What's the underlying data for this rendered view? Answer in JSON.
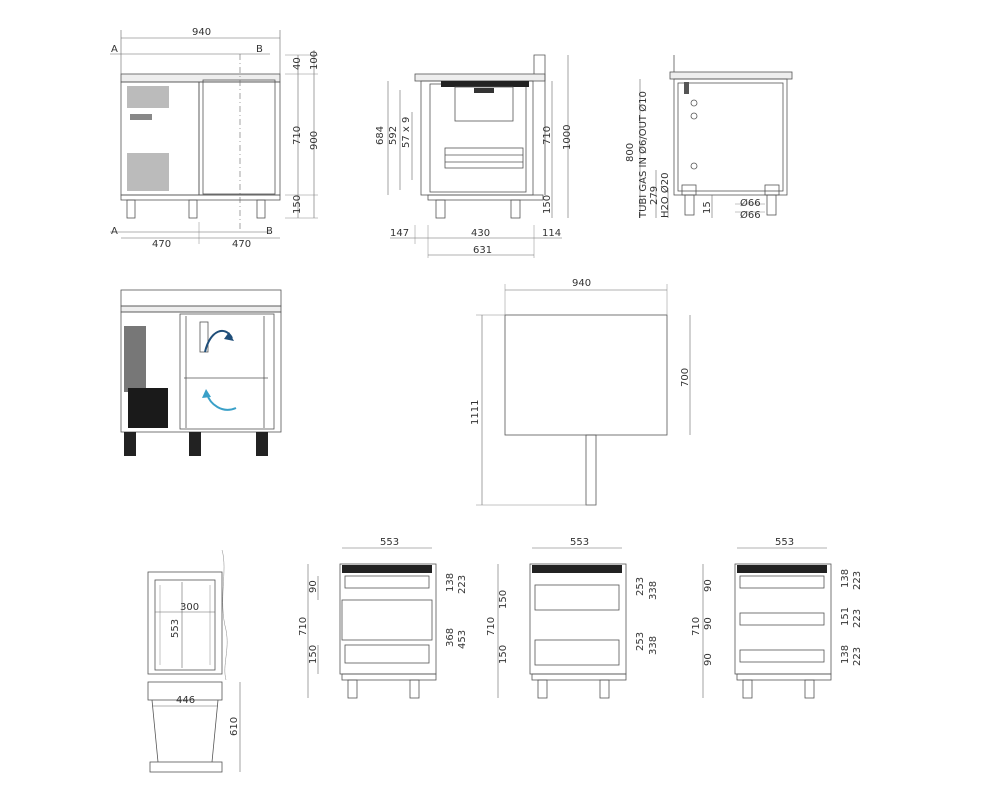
{
  "colors": {
    "line": "#555555",
    "arrow_dark": "#1f4e79",
    "arrow_light": "#3aa0c8",
    "leg": "#222222"
  },
  "front": {
    "width": "940",
    "width_half_left": "470",
    "width_half_right": "470",
    "top_40": "40",
    "top_100": "100",
    "body_710": "710",
    "total_900": "900",
    "legs_150": "150",
    "section_a": "A",
    "section_b": "B"
  },
  "side": {
    "h684": "684",
    "h592": "592",
    "shelf_57x9": "57 x 9",
    "h710": "710",
    "h1000": "1000",
    "h150": "150",
    "d147": "147",
    "d430": "430",
    "d114": "114",
    "d631": "631"
  },
  "rear": {
    "h800": "800",
    "gas_label": "TUBI GAS IN Ø6/OUT Ø10",
    "h279": "279",
    "h2o_label": "H2O Ø20",
    "d15": "15",
    "dia66_a": "Ø66",
    "dia66_b": "Ø66"
  },
  "plan": {
    "width": "940",
    "depth": "700",
    "overall": "1111"
  },
  "drawer_detail": {
    "w300": "300",
    "h553": "553",
    "w446": "446",
    "h610": "610"
  },
  "config1": {
    "w553": "553",
    "h90": "90",
    "h710": "710",
    "h150": "150",
    "h138": "138",
    "h223": "223",
    "h368": "368",
    "h453": "453"
  },
  "config2": {
    "w553": "553",
    "h150a": "150",
    "h710": "710",
    "h150b": "150",
    "h253a": "253",
    "h338a": "338",
    "h253b": "253",
    "h338b": "338"
  },
  "config3": {
    "w553": "553",
    "h90a": "90",
    "h710": "710",
    "h90b": "90",
    "h90c": "90",
    "h138a": "138",
    "h223a": "223",
    "h151": "151",
    "h223b": "223",
    "h138b": "138",
    "h223c": "223"
  }
}
